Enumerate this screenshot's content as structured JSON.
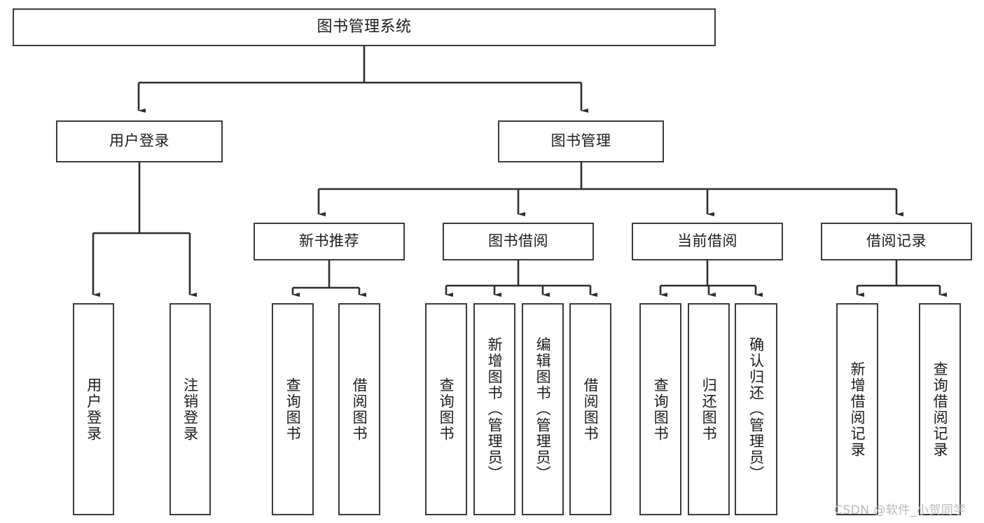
{
  "diagram": {
    "type": "tree-hierarchy-chart",
    "title": "图书管理系统",
    "orientation": "top-down",
    "line_color": "#3b3b3b",
    "box_fill": "#ffffff",
    "text_color": "#1c1c1c"
  },
  "root": {
    "label": "图书管理系统"
  },
  "level2": [
    {
      "label": "用户登录"
    },
    {
      "label": "图书管理"
    }
  ],
  "level3": [
    {
      "label": "新书推荐"
    },
    {
      "label": "图书借阅"
    },
    {
      "label": "当前借阅"
    },
    {
      "label": "借阅记录"
    }
  ],
  "leaves": {
    "user_login": [
      {
        "label": "用户登录"
      },
      {
        "label": "注销登录"
      }
    ],
    "new_book_recommend": [
      {
        "label": "查询图书"
      },
      {
        "label": "借阅图书"
      }
    ],
    "book_borrow": [
      {
        "label": "查询图书"
      },
      {
        "label": "新增图书（管理员）"
      },
      {
        "label": "编辑图书（管理员）"
      },
      {
        "label": "借阅图书"
      }
    ],
    "current_borrow": [
      {
        "label": "查询图书"
      },
      {
        "label": "归还图书"
      },
      {
        "label": "确认归还（管理员）"
      }
    ],
    "borrow_record": [
      {
        "label": "新增借阅记录"
      },
      {
        "label": "查询借阅记录"
      }
    ]
  },
  "watermark": {
    "text": "CSDN @软件_小贺同学"
  }
}
